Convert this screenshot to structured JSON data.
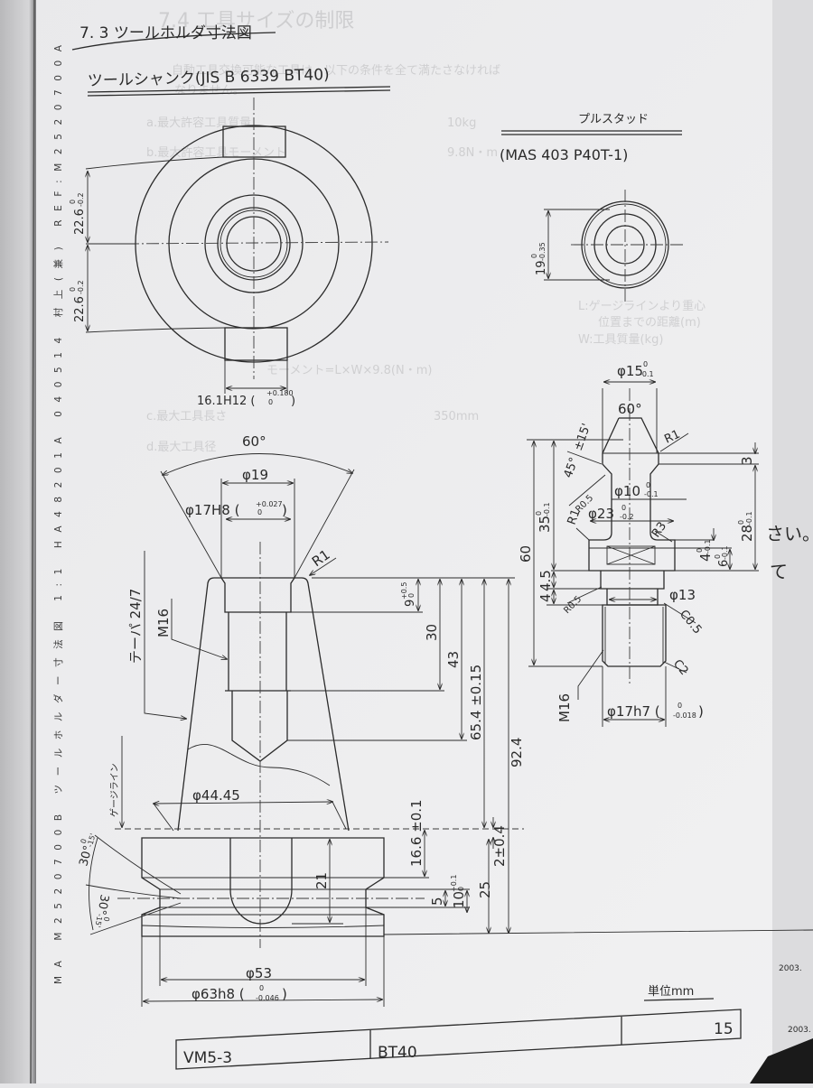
{
  "header": {
    "section_title": "7. 3 ツールホルダ寸法図",
    "shank_title": "ツールシャンク(JIS B 6339 BT40)",
    "pull_stud_title": "プルスタッド",
    "pull_stud_standard": "(MAS 403 P40T-1)"
  },
  "margin_code": "MA M2520700B   ツールホルダー寸法図   1:1     HA48201A     040514   村上(兼)  REF:M2520700A",
  "shank_front": {
    "dim_upper": {
      "value": "22.6",
      "tol_up": "0",
      "tol_low": "-0.2"
    },
    "dim_lower": {
      "value": "22.6",
      "tol_up": "0",
      "tol_low": "-0.2"
    },
    "key_width": {
      "value": "16.1H12 (",
      "tol_up": "+0.180",
      "tol_low": "0",
      "close": ")"
    }
  },
  "shank_side": {
    "cone_angle": "60°",
    "bore_dia": "φ19",
    "fit_dia": {
      "value": "φ17H8 (",
      "tol_up": "+0.027",
      "tol_low": "0",
      "close": ")"
    },
    "radius": "R1",
    "taper": "テーパ 24/7",
    "thread": "M16",
    "gauge_line": "ゲージライン",
    "gauge_dia": "φ44.45",
    "depth_9": {
      "value": "9",
      "tol_up": "+0.5",
      "tol_low": "0"
    },
    "depth_30": "30",
    "depth_43": "43",
    "len_65": "65.4 ±0.15",
    "len_92": "92.4",
    "len_16": "16.6 ±0.1",
    "len_2": "2±0.4",
    "len_21": "21",
    "len_5": "5",
    "len_10": {
      "value": "10",
      "tol_up": "+0.1",
      "tol_low": "0"
    },
    "len_25": "25",
    "groove_angle_1": {
      "value": "30°",
      "tol_up": "0",
      "tol_low": "-15'"
    },
    "groove_angle_2": {
      "value": "30°",
      "tol_up": "0",
      "tol_low": "-15'"
    }
  },
  "flange": {
    "groove_dia": "φ53",
    "outer_dia": {
      "value": "φ63h8 (",
      "tol_up": "0",
      "tol_low": "-0.046",
      "close": ")"
    }
  },
  "stud_top": {
    "dia": {
      "value": "19",
      "tol_up": "0",
      "tol_low": "-0.35"
    }
  },
  "stud_side": {
    "head_dia": {
      "value": "φ15",
      "tol_up": "0",
      "tol_low": "-0.1"
    },
    "cone_angle": "60°",
    "head_radius": "R1",
    "angle_tol": "±15'",
    "angle": "45°",
    "neck_radius": "R0.5",
    "neck_dia": {
      "value": "φ10",
      "tol_up": "0",
      "tol_low": "-0.1"
    },
    "flange_dia": {
      "value": "φ23",
      "tol_up": "0",
      "tol_low": "-0.2"
    },
    "flange_radius_left": "R1",
    "flange_radius_right": "R3",
    "len_35": {
      "value": "35",
      "tol_up": "0",
      "tol_low": "-0.1"
    },
    "len_60": "60",
    "len_45": "4.5",
    "len_4": "4",
    "shoulder_radius": "R0.5",
    "relief_dia": "φ13",
    "chamfer_small": "C0.5",
    "chamfer_end": "C2",
    "thread": "M16",
    "pilot_dia": {
      "value": "φ17h7 (",
      "tol_up": "0",
      "tol_low": "-0.018",
      "close": ")"
    },
    "len_3": "3",
    "len_28": {
      "value": "28",
      "tol_up": "0",
      "tol_low": "-0.1"
    },
    "len_4b": {
      "value": "4",
      "tol_up": "0",
      "tol_low": "-0.1"
    },
    "len_6": {
      "value": "6",
      "tol_up": "0",
      "tol_low": "-0.1"
    }
  },
  "title_block": {
    "unit": "単位mm",
    "model": "VM5-3",
    "spec": "BT40",
    "page": "15"
  },
  "show_through": [
    "7.4  工具サイズの制限",
    "自動工具交換可能な工具は、以下の条件を全て満たさなければ",
    "なりません。",
    "a.最大許容工具質量",
    "10kg",
    "b.最大許容工具モーメント",
    "9.8N・m",
    "L:ゲージラインより重心",
    "位置までの距離(m)",
    "W:工具質量(kg)",
    "モーメント=L×W×9.8(N・m)",
    "c.最大工具長さ",
    "350mm",
    "d.最大工具径"
  ],
  "adjacent_page": {
    "fragment_1": "さい。",
    "fragment_2": "て",
    "year_1": "2003.",
    "year_2": "2003."
  }
}
